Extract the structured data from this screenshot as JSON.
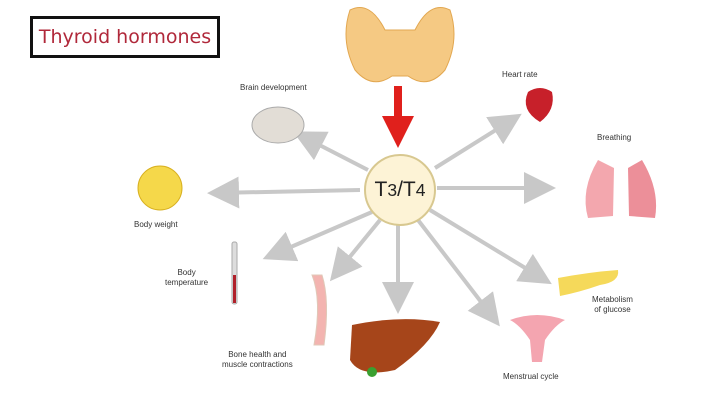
{
  "title": "Thyroid hormones",
  "center": {
    "a": "T",
    "a_sub": "3",
    "sep": "/",
    "b": "T",
    "b_sub": "4"
  },
  "labels": {
    "brain": "Brain development",
    "heart": "Heart rate",
    "breathing": "Breathing",
    "weight": "Body weight",
    "temp1": "Body",
    "temp2": "temperature",
    "bone1": "Bone health and",
    "bone2": "muscle contractions",
    "glucose1": "Metabolism",
    "glucose2": "of glucose",
    "menstrual": "Menstrual cycle"
  }
}
